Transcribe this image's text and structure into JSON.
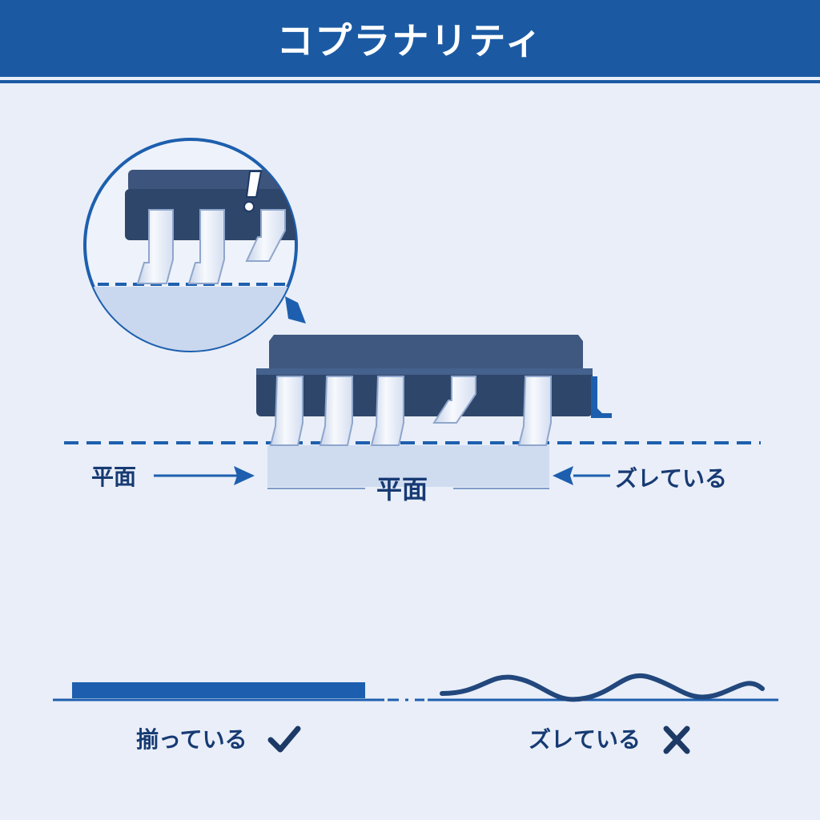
{
  "header": {
    "title": "コプラナリティ"
  },
  "labels": {
    "plane_left": "平面",
    "plane_center": "平面",
    "deviation_right": "ズレている",
    "aligned": "揃っている",
    "deviated": "ズレている"
  },
  "icons": {
    "warning": "exclamation-icon",
    "check": "check-icon",
    "cross": "cross-icon"
  },
  "colors": {
    "header_bg": "#1b5aa3",
    "background": "#e9eef8",
    "chip_body": "#2f466b",
    "accent_blue": "#1d5fae",
    "text_dark": "#173a73",
    "lead_light": "#f4f7fc",
    "lead_shadow": "#b9c9e3"
  }
}
